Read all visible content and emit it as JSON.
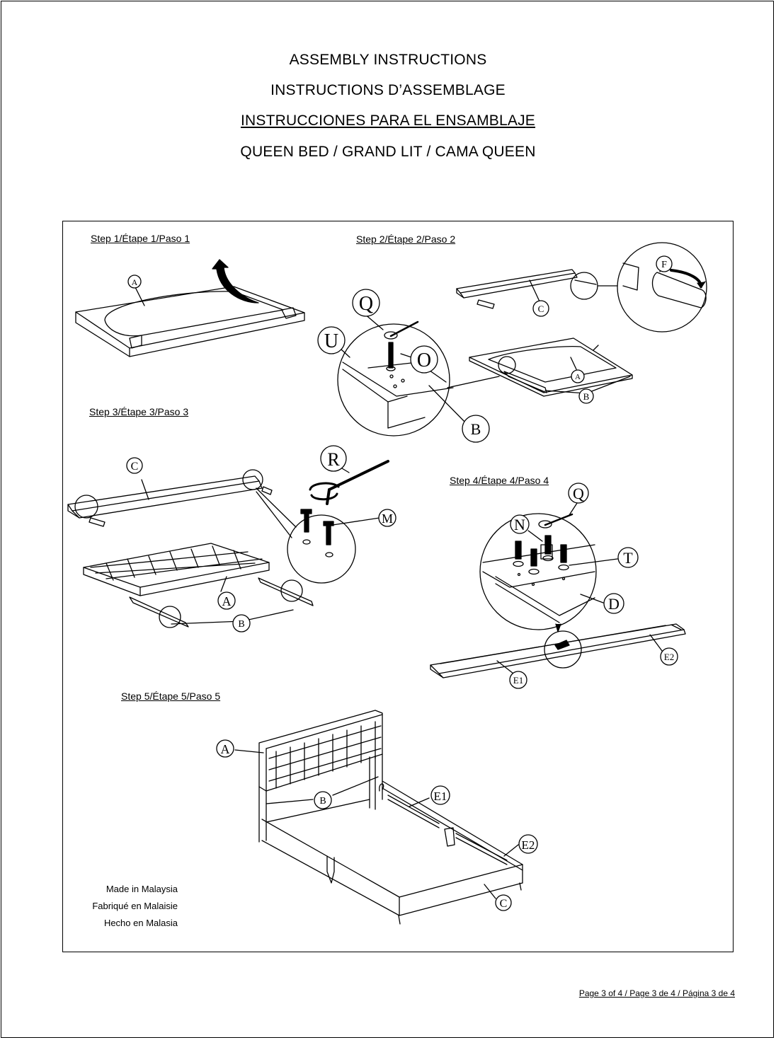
{
  "header": {
    "title_en": "ASSEMBLY INSTRUCTIONS",
    "title_fr": "INSTRUCTIONS D’ASSEMBLAGE",
    "title_es": "INSTRUCCIONES PARA EL ENSAMBLAJE",
    "product": "QUEEN BED / GRAND LIT / CAMA QUEEN"
  },
  "steps": {
    "step1": "Step 1/Étape 1/Paso 1",
    "step2": "Step 2/Étape 2/Paso 2",
    "step3": "Step 3/Étape 3/Paso 3",
    "step4": "Step 4/Étape 4/Paso 4",
    "step5": "Step 5/Étape 5/Paso 5"
  },
  "part_labels": {
    "A": "A",
    "B": "B",
    "C": "C",
    "D": "D",
    "E1": "E1",
    "E2": "E2",
    "F": "F",
    "M": "M",
    "N": "N",
    "O": "O",
    "Q": "Q",
    "R": "R",
    "T": "T",
    "U": "U"
  },
  "origin": {
    "en": "Made in Malaysia",
    "fr": "Fabriqué en Malaisie",
    "es": "Hecho en Malasia"
  },
  "footer": {
    "page": "Page 3 of 4 / Page 3 de 4 / Página 3 de 4"
  }
}
